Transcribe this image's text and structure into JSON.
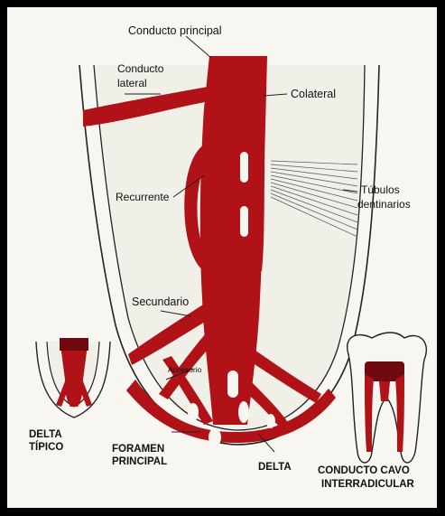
{
  "labels": {
    "conducto_principal": "Conducto principal",
    "conducto_lateral_1": "Conducto",
    "conducto_lateral_2": "lateral",
    "colateral": "Colateral",
    "recurrente": "Recurrente",
    "tubulos_1": "Túbulos",
    "tubulos_2": "dentinarios",
    "secundario": "Secundario",
    "accesorio": "Accesorio",
    "delta_tipico_1": "DELTA",
    "delta_tipico_2": "TÍPICO",
    "foramen_1": "FORAMEN",
    "foramen_2": "PRINCIPAL",
    "delta": "DELTA",
    "cavo_1": "CONDUCTO CAVO",
    "cavo_2": "INTERRADICULAR"
  },
  "colors": {
    "canal": "#b01218",
    "canal_dark": "#6e0a10",
    "dentin": "#f2f2ec",
    "frame": "#000000",
    "ink": "#111111"
  }
}
